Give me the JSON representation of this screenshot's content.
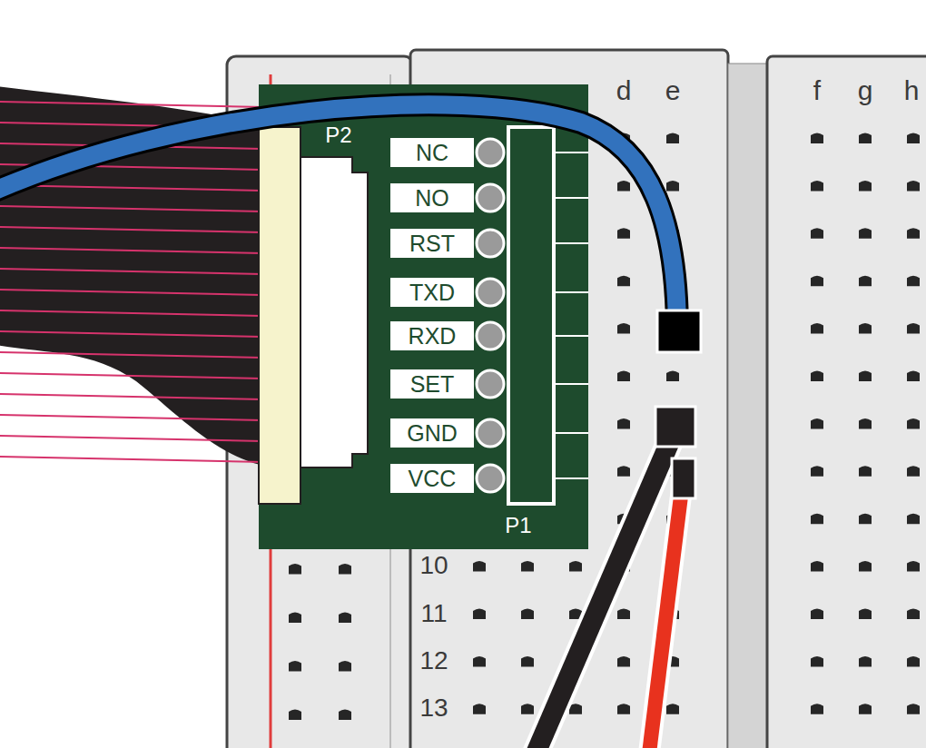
{
  "diagram": {
    "nodes": [
      {
        "text": [
          "P2",
          "P1"
        ]
      },
      {
        "text": [
          "NC"
        ],
        "in": 0
      },
      {
        "text": [
          "NO"
        ],
        "in": 0
      },
      {
        "text": [
          "RST"
        ],
        "in": 0
      },
      {
        "text": [
          "TXD"
        ],
        "in": 0
      },
      {
        "text": [
          "RXD"
        ],
        "in": 0
      },
      {
        "text": [
          "SET"
        ],
        "in": 0
      },
      {
        "text": [
          "GND"
        ],
        "in": 0
      },
      {
        "text": [
          "VCC"
        ],
        "in": 0
      }
    ],
    "labels": [
      "d",
      "e",
      "f",
      "g",
      "h",
      "10",
      "11",
      "12",
      "13"
    ]
  }
}
